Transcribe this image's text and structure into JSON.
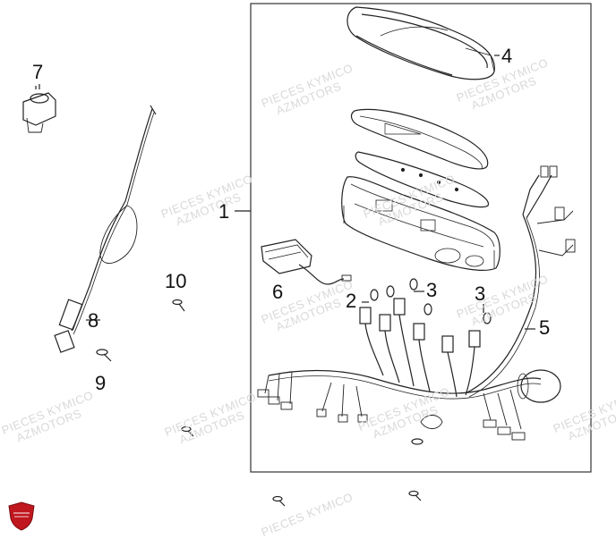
{
  "callouts": {
    "c1": "1",
    "c2": "2",
    "c3a": "3",
    "c3b": "3",
    "c4": "4",
    "c5": "5",
    "c6": "6",
    "c7": "7",
    "c8": "8",
    "c9": "9",
    "c10": "10"
  },
  "watermark": {
    "line1": "PIECES KYMICO",
    "line2": "AZMOTORS"
  },
  "colors": {
    "line": "#222222",
    "frame": "#333333",
    "watermark": "#d9d9d9",
    "logo": "#c0161d"
  },
  "logo": {
    "icon": "brand-shield-icon"
  }
}
